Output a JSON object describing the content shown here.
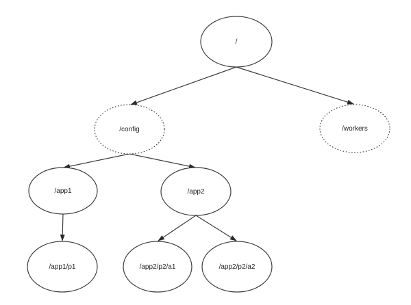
{
  "diagram": {
    "type": "tree",
    "background_color": "#ffffff",
    "stroke_color": "#3d3d3d",
    "text_color": "#1f1f1f",
    "nodes": [
      {
        "id": "root",
        "label": "/",
        "shape": "ellipse",
        "border": "solid"
      },
      {
        "id": "config",
        "label": "/config",
        "shape": "ellipse",
        "border": "dotted"
      },
      {
        "id": "workers",
        "label": "/workers",
        "shape": "ellipse",
        "border": "dotted"
      },
      {
        "id": "app1",
        "label": "/app1",
        "shape": "ellipse",
        "border": "solid"
      },
      {
        "id": "app2",
        "label": "/app2",
        "shape": "ellipse",
        "border": "solid"
      },
      {
        "id": "app1-p1",
        "label": "/app1/p1",
        "shape": "ellipse",
        "border": "solid"
      },
      {
        "id": "app2-p2-a1",
        "label": "/app2/p2/a1",
        "shape": "ellipse",
        "border": "solid"
      },
      {
        "id": "app2-p2-a2",
        "label": "/app2/p2/a2",
        "shape": "ellipse",
        "border": "solid"
      }
    ],
    "edges": [
      {
        "from": "/",
        "to": "/config"
      },
      {
        "from": "/",
        "to": "/workers"
      },
      {
        "from": "/config",
        "to": "/app1"
      },
      {
        "from": "/config",
        "to": "/app2"
      },
      {
        "from": "/app1",
        "to": "/app1/p1"
      },
      {
        "from": "/app2",
        "to": "/app2/p2/a1"
      },
      {
        "from": "/app2",
        "to": "/app2/p2/a2"
      }
    ]
  }
}
